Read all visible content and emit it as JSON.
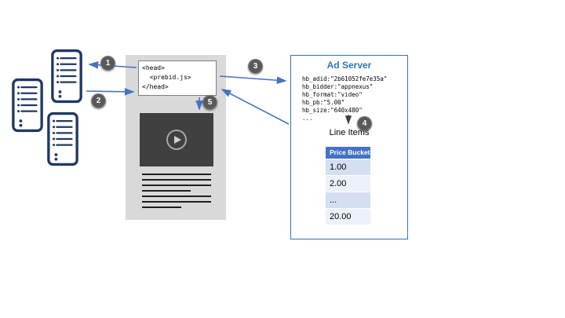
{
  "colors": {
    "accent_blue": "#4472C4",
    "title_blue": "#2E75B6",
    "table_header_blue": "#4472C4",
    "badge_gray": "#595959",
    "server_navy": "#1F3864"
  },
  "page": {
    "code_box": {
      "lines": [
        "<head>",
        "  <prebid.js>",
        "</head>"
      ]
    }
  },
  "steps": [
    "1",
    "2",
    "3",
    "4",
    "5"
  ],
  "ad_server": {
    "title": "Ad Server",
    "code_lines": [
      "hb_adid:\"2b61052fe7e35a\"",
      "hb_bidder:\"appnexus\"",
      "hb_format:\"video\"",
      "hb_pb:\"5.00\"",
      "hb_size:\"640x480\"",
      "..."
    ],
    "line_items_label": "Line Items",
    "table": {
      "header": "Price Bucket",
      "rows": [
        "1.00",
        "2.00",
        "...",
        "20.00"
      ]
    }
  }
}
